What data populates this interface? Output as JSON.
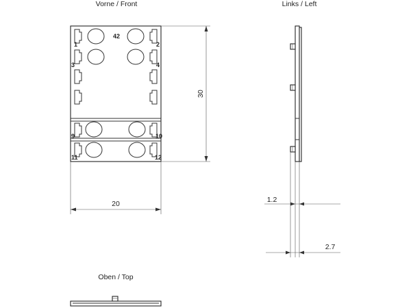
{
  "views": {
    "front": {
      "title": "Vorne / Front"
    },
    "left": {
      "title": "Links / Left"
    },
    "top": {
      "title": "Oben / Top"
    }
  },
  "dimensions": {
    "width": "20",
    "height": "30",
    "offset_a": "1.2",
    "offset_b": "2.7"
  },
  "pin_labels": {
    "p1": "1",
    "p2": "2",
    "p3": "3",
    "p4": "4",
    "p9": "9",
    "p10": "10",
    "p11": "11",
    "p12": "12",
    "p42": "42"
  }
}
